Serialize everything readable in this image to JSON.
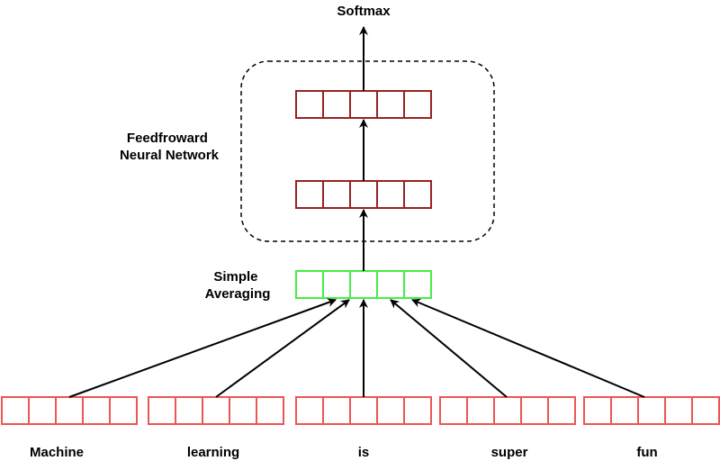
{
  "title": "Softmax",
  "nn_label": [
    "Feedfroward",
    "Neural Network"
  ],
  "avg_label": [
    "Simple",
    "Averaging"
  ],
  "words": [
    "Machine",
    "learning",
    "is",
    "super",
    "fun"
  ],
  "colors": {
    "word": "#ee5555",
    "average": "#44ee44",
    "network": "#992222",
    "arrow": "#000000",
    "dashed_box": "#000000"
  }
}
